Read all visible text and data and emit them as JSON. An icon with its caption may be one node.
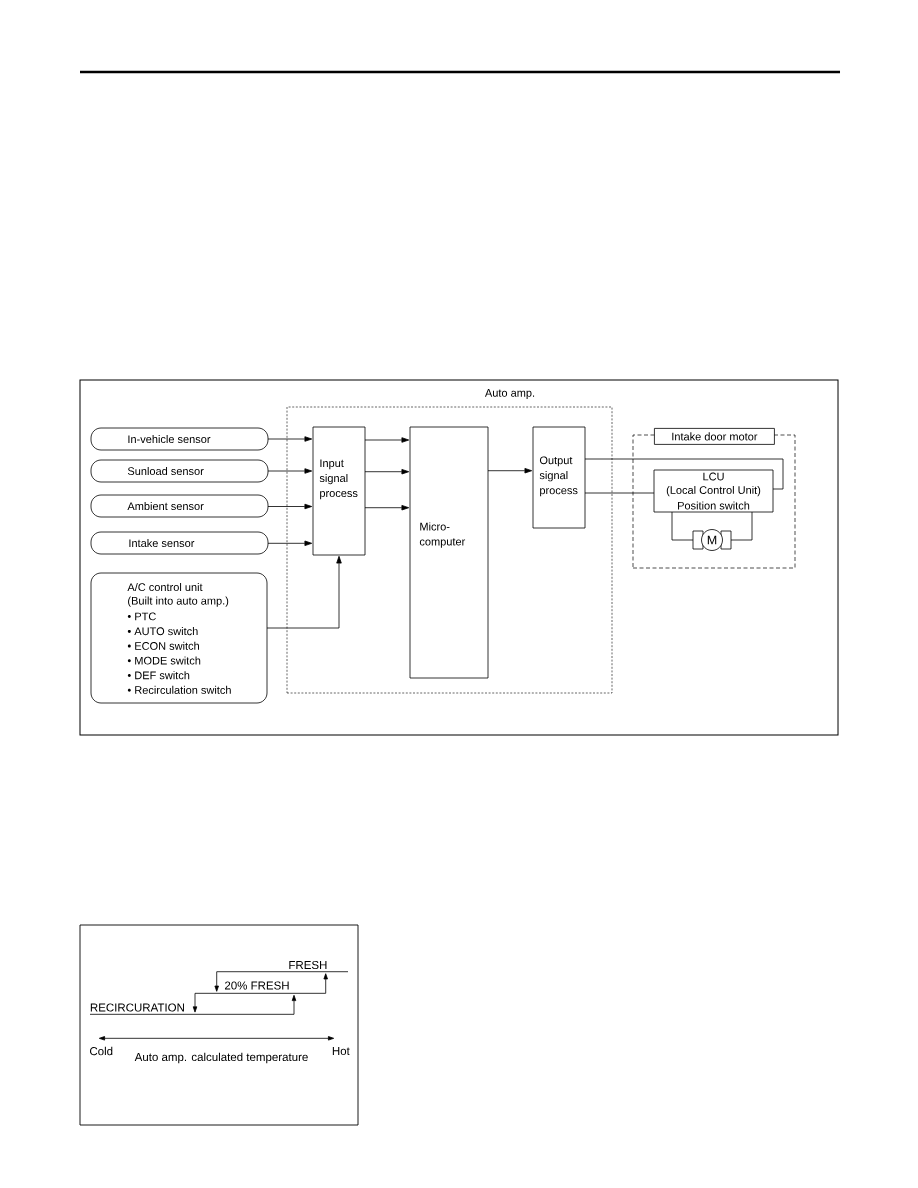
{
  "diagram": {
    "nodes": [
      {
        "text": [
          "Auto amp."
        ]
      },
      {
        "text": [
          "In-vehicle sensor"
        ]
      },
      {
        "text": [
          "Sunload sensor"
        ]
      },
      {
        "text": [
          "Ambient sensor"
        ]
      },
      {
        "text": [
          "Intake sensor"
        ]
      },
      {
        "text": [
          "A/C control unit",
          "(Built into auto amp.)",
          "• PTC",
          "• AUTO switch",
          "• ECON switch",
          "• MODE switch",
          "• DEF switch",
          "• Recirculation switch"
        ]
      },
      {
        "text": [
          "Input signal process"
        ],
        "in": 0
      },
      {
        "text": [
          "Micro- computer"
        ],
        "in": 0
      },
      {
        "text": [
          "Output signal process"
        ],
        "in": 0
      },
      {
        "text": [
          "Intake door motor"
        ]
      },
      {
        "text": [
          "LCU",
          "(Local Control Unit)",
          "Position switch"
        ],
        "in": 9
      },
      {
        "text": [
          "M"
        ],
        "in": 9
      }
    ],
    "edges": [
      {
        "from": 1,
        "to": 6,
        "arrow": "to"
      },
      {
        "from": 2,
        "to": 6,
        "arrow": "to"
      },
      {
        "from": 3,
        "to": 6,
        "arrow": "to"
      },
      {
        "from": 4,
        "to": 6,
        "arrow": "to"
      },
      {
        "from": 5,
        "to": 6,
        "arrow": "to"
      },
      {
        "from": 6,
        "to": 7,
        "arrow": "to"
      },
      {
        "from": 6,
        "to": 7,
        "arrow": "to"
      },
      {
        "from": 6,
        "to": 7,
        "arrow": "to"
      },
      {
        "from": 7,
        "to": 8,
        "arrow": "to"
      },
      {
        "from": 8,
        "to": 10,
        "arrow": "none"
      },
      {
        "from": 8,
        "to": 10,
        "arrow": "none"
      },
      {
        "from": 10,
        "to": 11,
        "arrow": "none"
      },
      {
        "from": 10,
        "to": 11,
        "arrow": "none"
      }
    ],
    "labels": [
      "FRESH",
      "20% FRESH",
      "RECIRCURATION",
      "Cold",
      "Hot",
      "Auto amp. calculated temperature"
    ]
  }
}
